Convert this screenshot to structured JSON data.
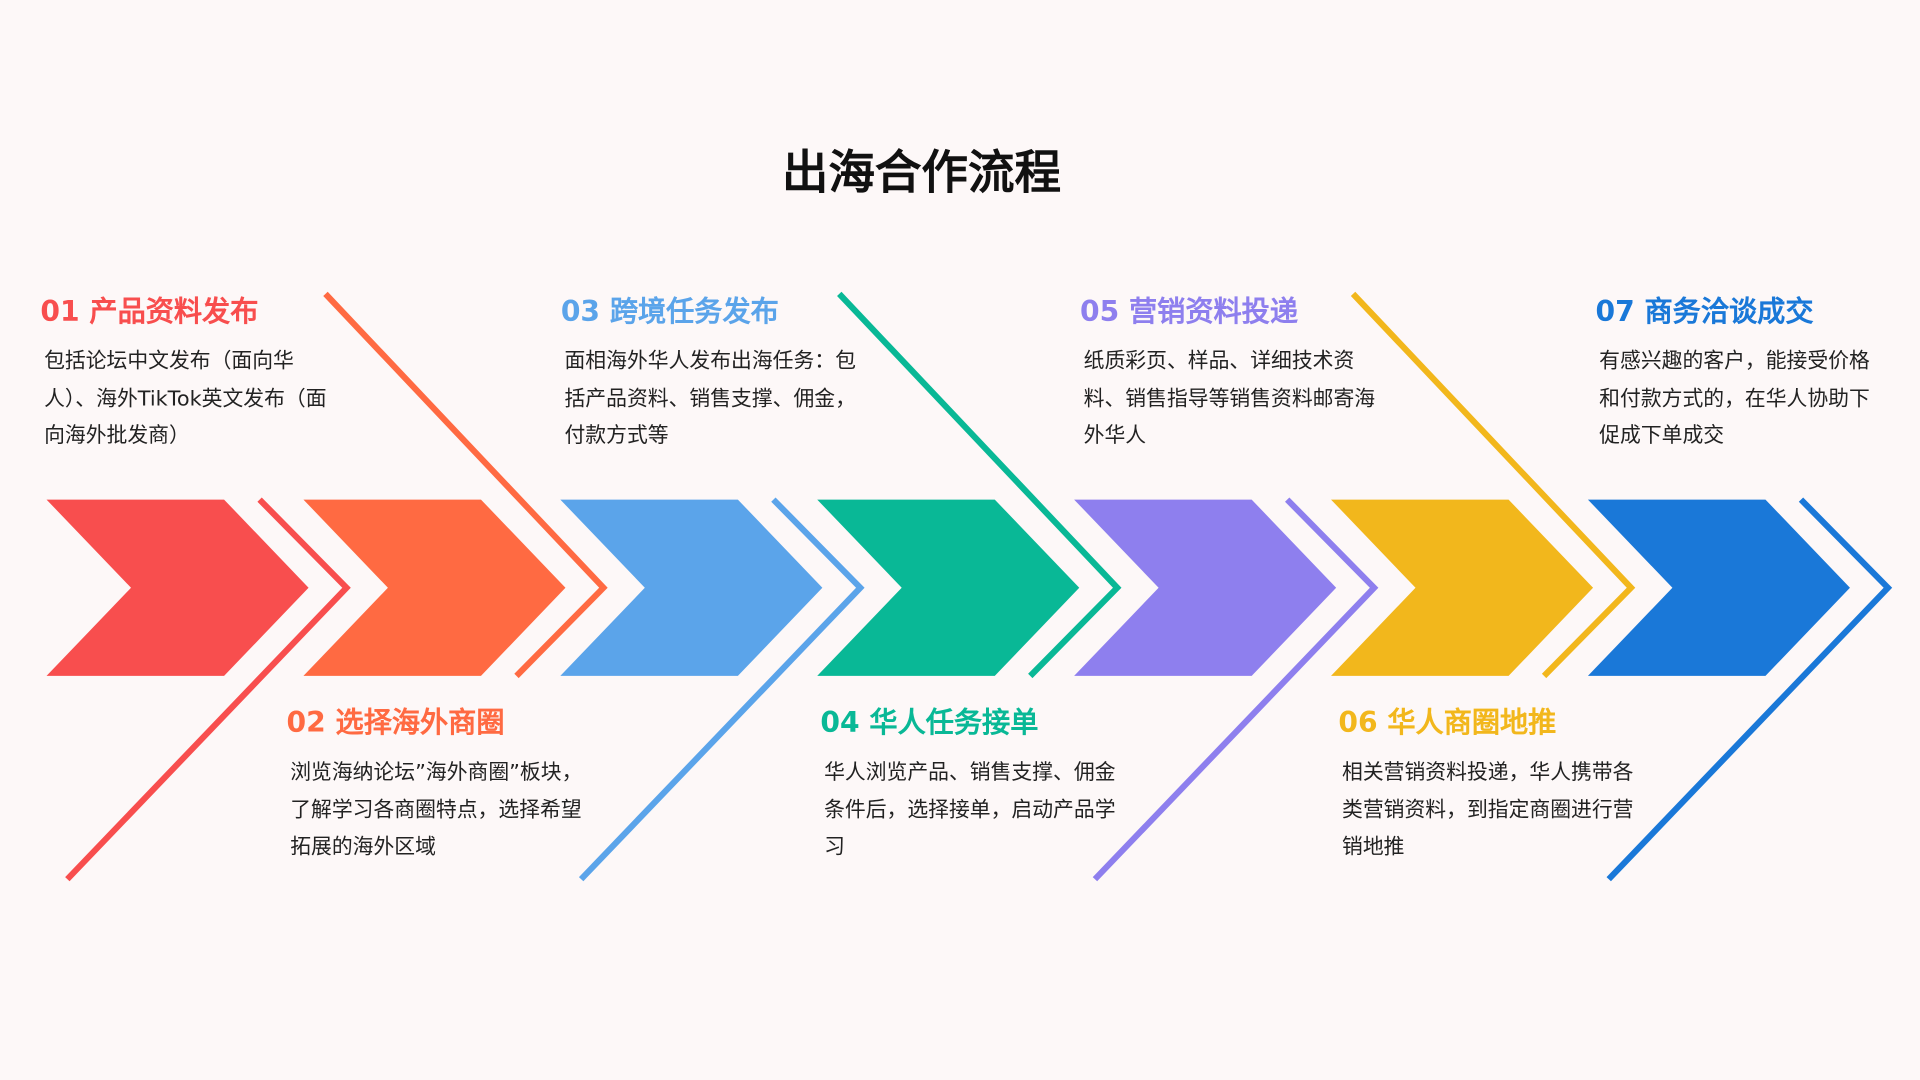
{
  "title": "出海合作流程",
  "steps": [
    {
      "num": "01",
      "heading": "01 产品资料发布",
      "color": "#F84E4E",
      "body": "包括论坛中文发布（面向华人）、海外TikTok英文发布（面向海外批发商）"
    },
    {
      "num": "02",
      "heading": "02 选择海外商圈",
      "color": "#FF6A42",
      "body": "浏览海纳论坛”海外商圈”板块，了解学习各商圈特点，选择希望拓展的海外区域"
    },
    {
      "num": "03",
      "heading": "03 跨境任务发布",
      "color": "#5BA4EA",
      "body": "面相海外华人发布出海任务：包括产品资料、销售支撑、佣金，付款方式等"
    },
    {
      "num": "04",
      "heading": "04 华人任务接单",
      "color": "#09B896",
      "body": "华人浏览产品、销售支撑、佣金条件后，选择接单，启动产品学习"
    },
    {
      "num": "05",
      "heading": "05 营销资料投递",
      "color": "#8E7FEE",
      "body": "纸质彩页、样品、详细技术资料、销售指导等销售资料邮寄海外华人"
    },
    {
      "num": "06",
      "heading": "06 华人商圈地推",
      "color": "#F2B71C",
      "body": "相关营销资料投递，华人携带各类营销资料，到指定商圈进行营销地推"
    },
    {
      "num": "07",
      "heading": "07 商务洽谈成交",
      "color": "#1A78D8",
      "body": "有感兴趣的客户，能接受价格和付款方式的，在华人协助下促成下单成交"
    }
  ]
}
